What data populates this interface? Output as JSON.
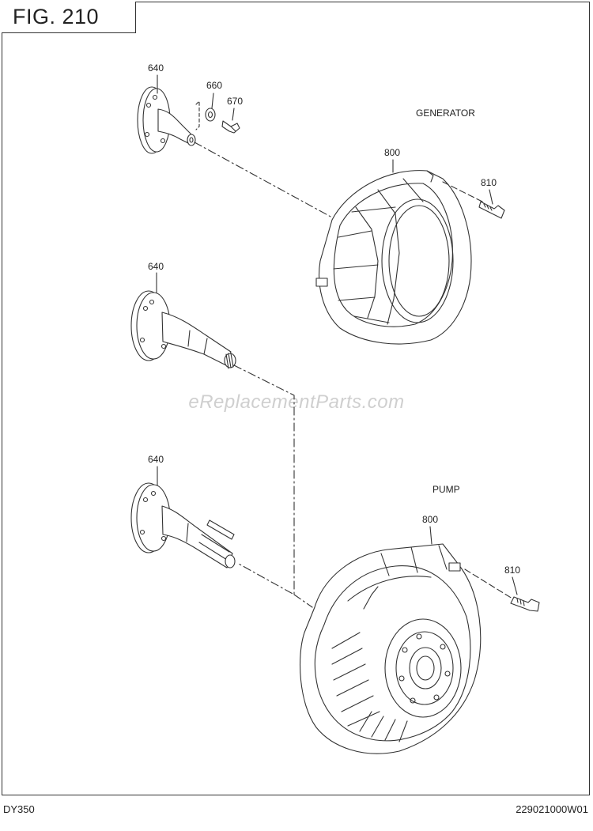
{
  "figure": {
    "title": "FIG. 210"
  },
  "sections": {
    "generator": "GENERATOR",
    "pump": "PUMP"
  },
  "callouts": {
    "shaft_top": "640",
    "washer": "660",
    "bolt_small": "670",
    "generator_housing": "800",
    "generator_bolt": "810",
    "shaft_middle": "640",
    "shaft_bottom": "640",
    "pump_housing": "800",
    "pump_bolt": "810"
  },
  "watermark": "eReplacementParts.com",
  "footer": {
    "model": "DY350",
    "code": "229021000W01"
  },
  "colors": {
    "line": "#333333",
    "watermark": "#cfcfcf"
  }
}
